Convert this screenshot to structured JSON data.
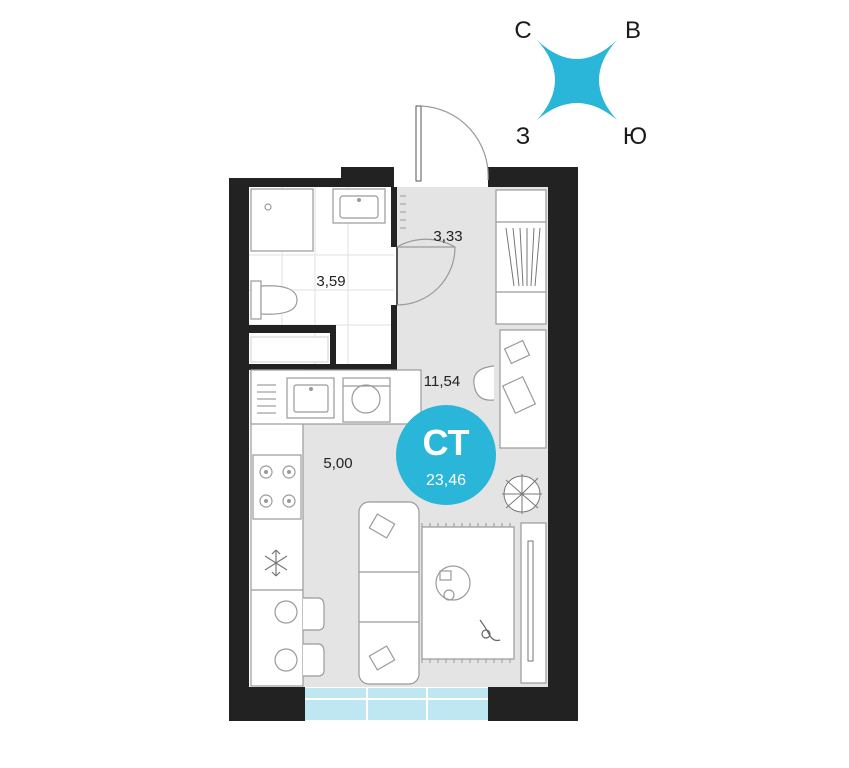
{
  "compass": {
    "north": "С",
    "east": "В",
    "west": "З",
    "south": "Ю",
    "color": "#29b6d9"
  },
  "apartment": {
    "type_label": "СТ",
    "total_area": "23,46",
    "badge_color": "#29b6d9"
  },
  "rooms": {
    "bathroom_area": "3,59",
    "hall_area": "3,33",
    "living_area": "11,54",
    "kitchen_area": "5,00"
  },
  "colors": {
    "wall": "#222222",
    "floor": "#e4e4e4",
    "tile_floor": "#ffffff",
    "window": "#bfe7f2"
  }
}
